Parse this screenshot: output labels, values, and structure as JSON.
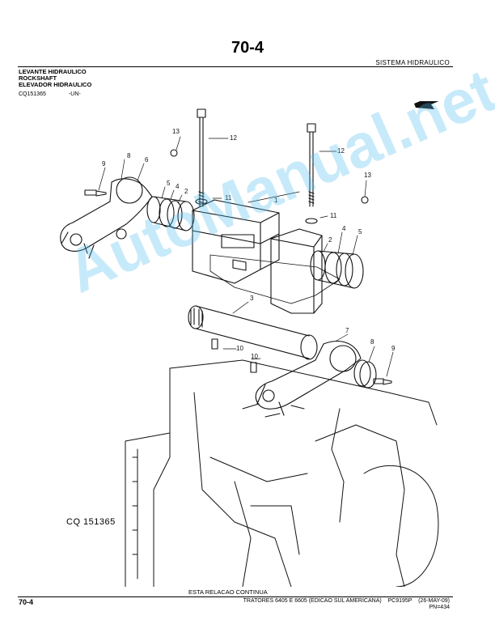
{
  "header": {
    "page_number": "70-4",
    "section": "SISTEMA HIDRAULICO"
  },
  "titles": [
    "LEVANTE HIDRAULICO",
    "ROCKSHAFT",
    "ELEVADOR HIDRAULICO"
  ],
  "reference": {
    "code": "CQ151365",
    "suffix": "-UN-"
  },
  "figure": {
    "label": "CQ 151365",
    "callouts": [
      "1",
      "2",
      "2",
      "3",
      "4",
      "4",
      "5",
      "5",
      "6",
      "7",
      "8",
      "8",
      "9",
      "9",
      "10",
      "10",
      "11",
      "11",
      "12",
      "12",
      "13",
      "13"
    ]
  },
  "watermark": "AutoManual.net",
  "footer": {
    "continua": "ESTA RELACAO CONTINUA",
    "page": "70-4",
    "info": "TRATORES 6405 E 6605 (EDICAO SUL AMERICANA)    PC9195P    (26-MAY-09)",
    "pn": "PN=434"
  }
}
